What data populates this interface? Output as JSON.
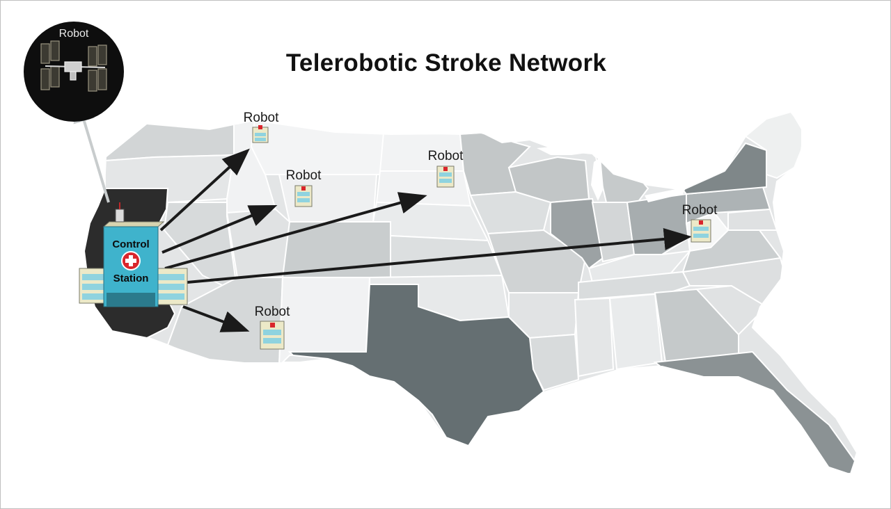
{
  "title": "Telerobotic Stroke Network",
  "control_station": {
    "line1": "Control",
    "line2": "Station"
  },
  "space_station": {
    "label": "Robot"
  },
  "robot_sites": [
    {
      "id": "robot-site-idaho",
      "label": "Robot"
    },
    {
      "id": "robot-site-wyoming",
      "label": "Robot"
    },
    {
      "id": "robot-site-south-dakota",
      "label": "Robot"
    },
    {
      "id": "robot-site-west-virginia",
      "label": "Robot"
    },
    {
      "id": "robot-site-new-mexico",
      "label": "Robot"
    }
  ],
  "colors": {
    "arrow": "#1a1a1a",
    "uplink_arrow": "#c8cccd",
    "highlight_state": "#656f72",
    "dark_state": "#2c2c2c",
    "building_blue": "#3fb3cc",
    "red_cross": "#d9262c"
  }
}
